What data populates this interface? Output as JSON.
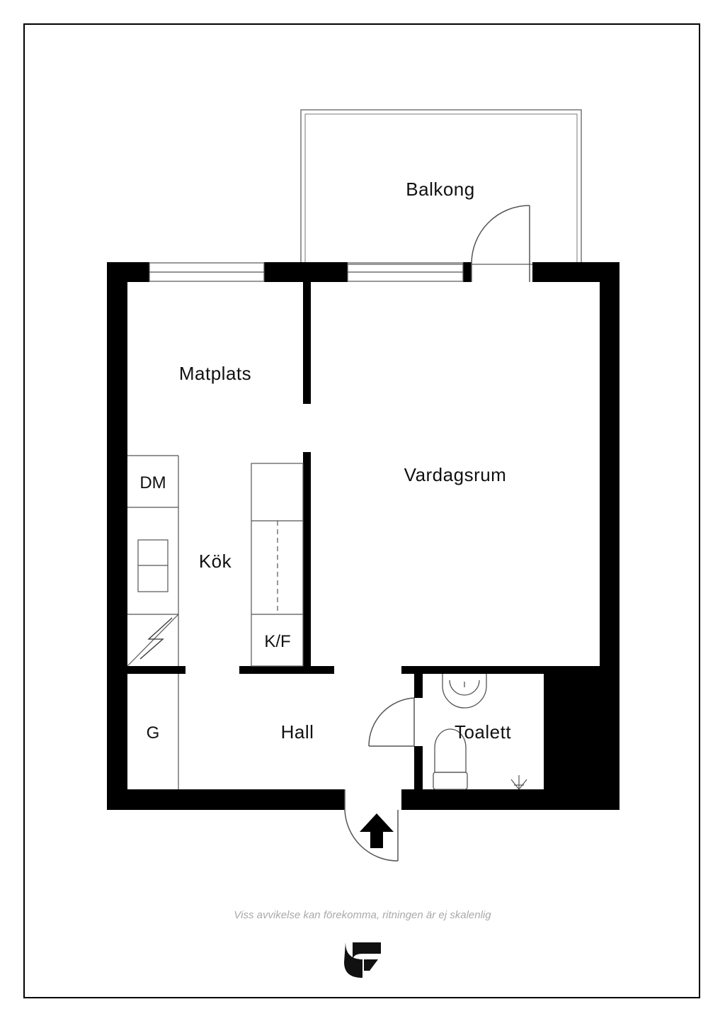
{
  "rooms": {
    "balcony": "Balkong",
    "dining": "Matplats",
    "living": "Vardagsrum",
    "kitchen": "Kök",
    "hall": "Hall",
    "toilet": "Toalett"
  },
  "fixtures": {
    "dishwasher": "DM",
    "fridge_freezer": "K/F",
    "wardrobe": "G"
  },
  "disclaimer": "Viss avvikelse kan förekomma, ritningen är ej skalenlig",
  "colors": {
    "wall": "#000000",
    "line": "#555555",
    "disclaimer": "#a9a9a9"
  },
  "icons": [
    "entrance-arrow-icon",
    "electric-panel-icon",
    "brand-logo-icon"
  ]
}
